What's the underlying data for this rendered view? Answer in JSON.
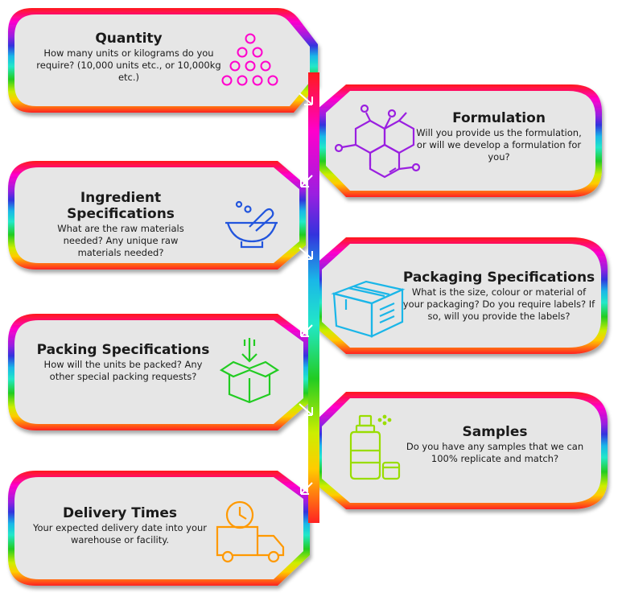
{
  "steps": [
    {
      "title": "Quantity",
      "description": "How many units or kilograms do you require? (10,000 units etc., or 10,000kg etc.)",
      "icon": "stacked-circles-icon",
      "color": "#ff00cc",
      "side": "left"
    },
    {
      "title": "Formulation",
      "description": "Will you provide us the formulation, or will we develop a formulation for you?",
      "icon": "molecule-icon",
      "color": "#9a1fe0",
      "side": "right"
    },
    {
      "title": "Ingredient Specifications",
      "description": "What are the raw materials needed? Any unique raw materials needed?",
      "icon": "mortar-pestle-icon",
      "color": "#2255dd",
      "side": "left"
    },
    {
      "title": "Packaging Specifications",
      "description": "What is the size, colour or material of your packaging? Do you require labels? If so, will you provide the labels?",
      "icon": "package-box-icon",
      "color": "#1ab6e8",
      "side": "right"
    },
    {
      "title": "Packing Specifications",
      "description": "How will the units be packed? Any other special packing requests?",
      "icon": "open-box-arrow-icon",
      "color": "#22cc22",
      "side": "left"
    },
    {
      "title": "Samples",
      "description": "Do you have any samples that we can 100% replicate and match?",
      "icon": "spray-bottle-icon",
      "color": "#99dd00",
      "side": "right"
    },
    {
      "title": "Delivery Times",
      "description": "Your expected delivery date into your warehouse or facility.",
      "icon": "delivery-truck-clock-icon",
      "color": "#ff9900",
      "side": "left"
    }
  ],
  "gradient": [
    "#ff1a1a",
    "#ff00cc",
    "#9a1fe0",
    "#3333dd",
    "#1ab6e8",
    "#22e8c8",
    "#22cc22",
    "#ccee00",
    "#ffcc00",
    "#ff2222"
  ]
}
